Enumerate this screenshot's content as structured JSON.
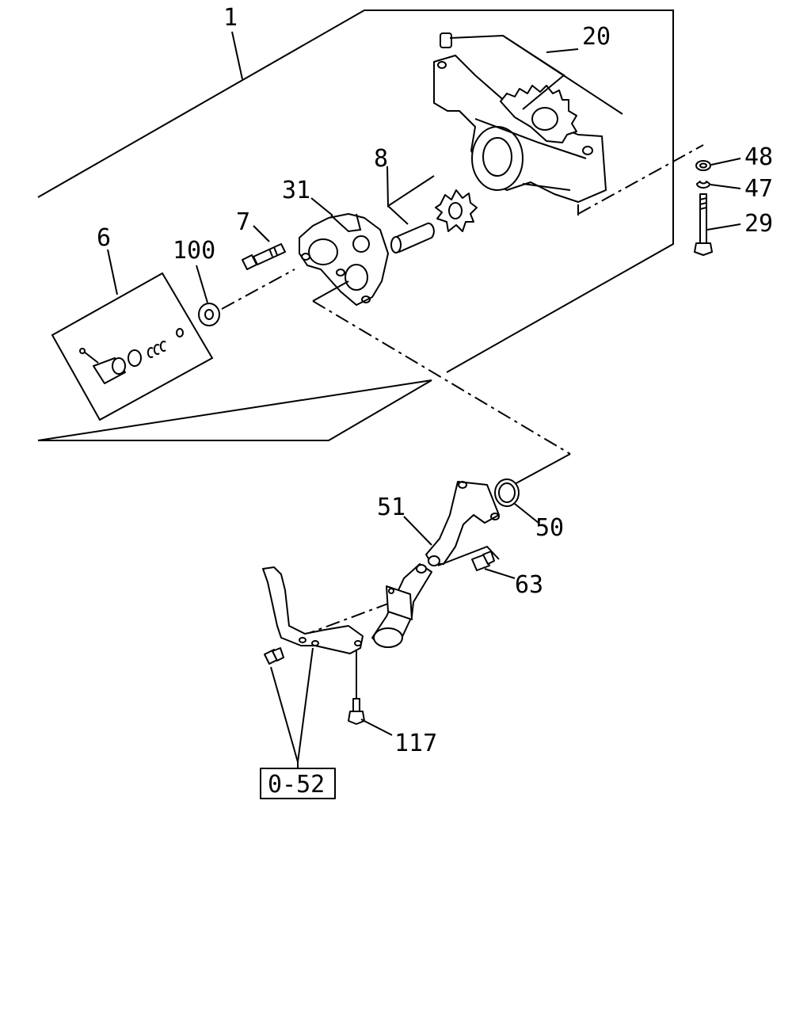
{
  "diagram": {
    "labels": {
      "l1": "1",
      "l20": "20",
      "l48": "48",
      "l47": "47",
      "l29": "29",
      "l8": "8",
      "l31": "31",
      "l7": "7",
      "l6": "6",
      "l100": "100",
      "l51": "51",
      "l50": "50",
      "l63": "63",
      "l117": "117",
      "ref": "0-52"
    }
  }
}
